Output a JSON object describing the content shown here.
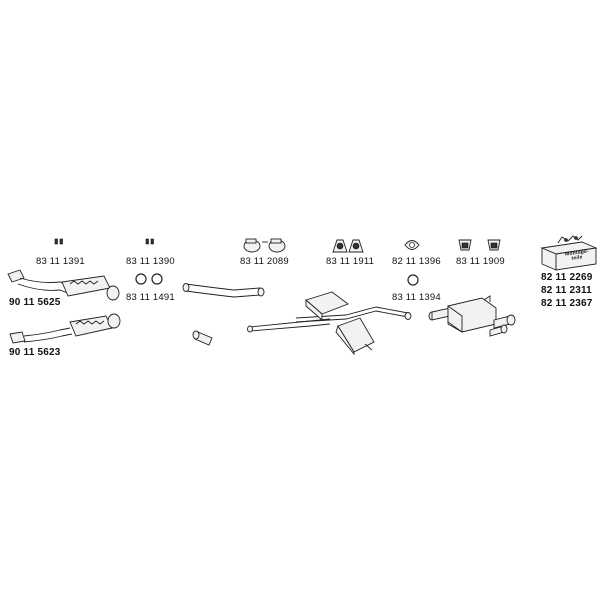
{
  "parts": [
    {
      "id": "clamp-small-a",
      "number": "83 11 1391"
    },
    {
      "id": "clamp-small-b",
      "number": "83 11 1390"
    },
    {
      "id": "clamps-pair",
      "number": "83 11 2089"
    },
    {
      "id": "rubber-mounts",
      "number": "83 11 1911"
    },
    {
      "id": "flange-gasket",
      "number": "82 11 1396"
    },
    {
      "id": "hanger-brackets",
      "number": "83 11 1909"
    },
    {
      "id": "kit-1",
      "number": "82 11 2269"
    },
    {
      "id": "kit-2",
      "number": "82 11 2311"
    },
    {
      "id": "kit-3",
      "number": "82 11 2367"
    },
    {
      "id": "cat-upper",
      "number": "90 11 5625"
    },
    {
      "id": "cat-lower",
      "number": "90 11 5623"
    },
    {
      "id": "rings",
      "number": "83 11 1491"
    },
    {
      "id": "ring-single",
      "number": "83 11 1394"
    }
  ],
  "kit_box": {
    "line1": "Montage-",
    "line2": "teile"
  }
}
